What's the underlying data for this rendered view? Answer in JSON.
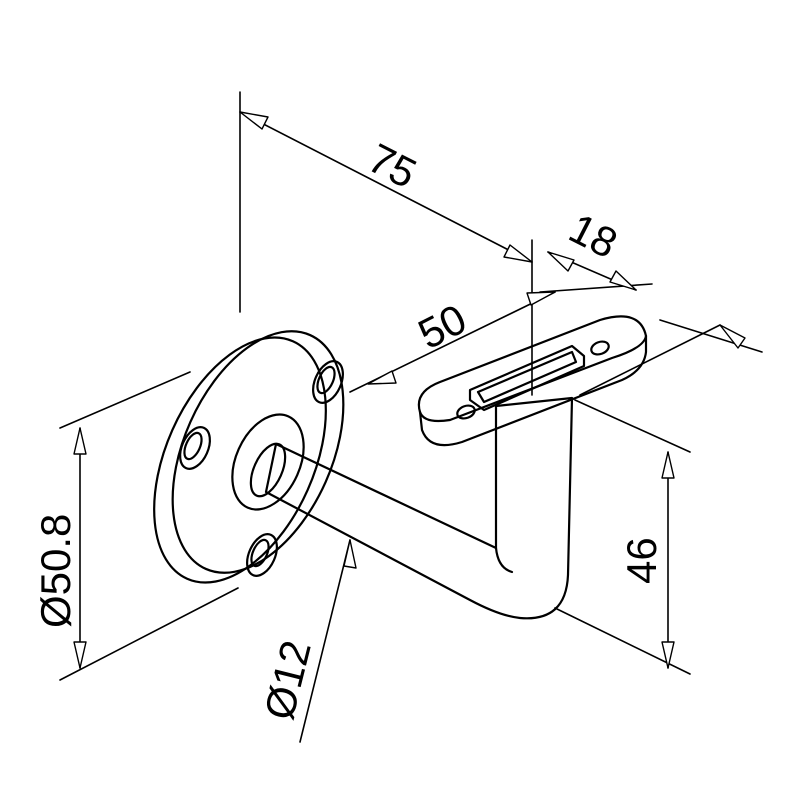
{
  "drawing": {
    "subject": "handrail bracket",
    "stroke_color": "#000000",
    "background_color": "#ffffff"
  },
  "dimensions": {
    "length": "75",
    "plate_width": "18",
    "plate_length": "50",
    "flange_diameter": "Ø50.8",
    "height": "46",
    "rod_diameter": "Ø12"
  }
}
